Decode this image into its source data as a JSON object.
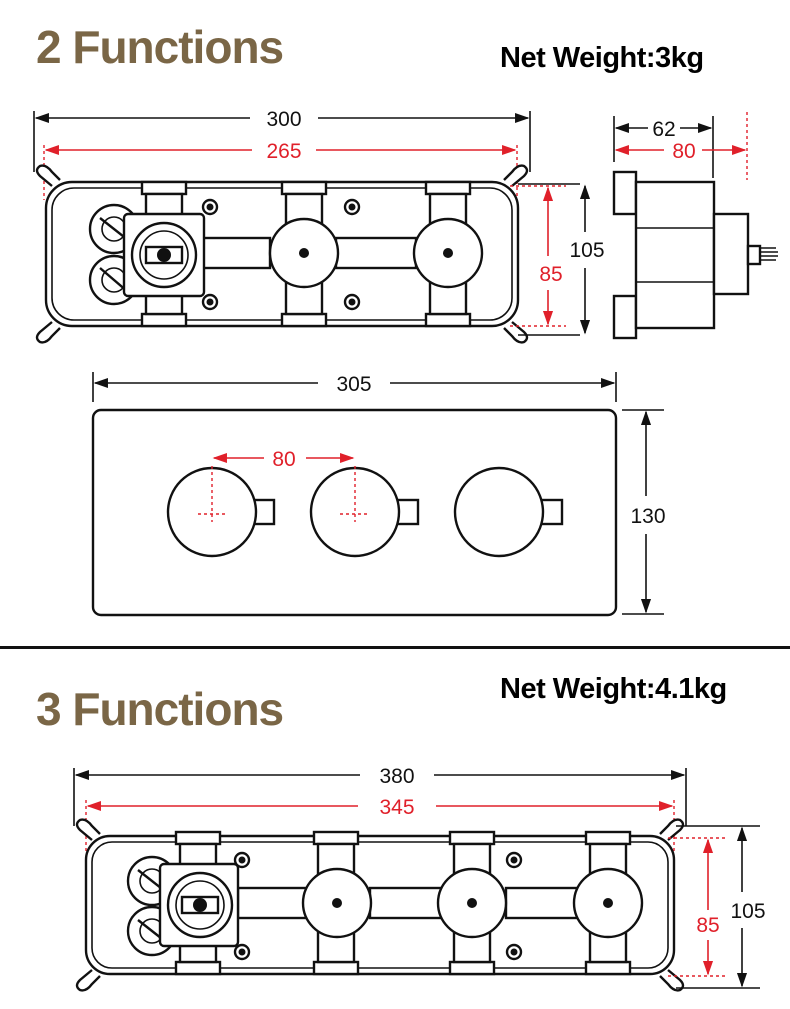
{
  "section1": {
    "title": "2 Functions",
    "weight": "Net Weight:3kg",
    "dims": {
      "overall_width": "300",
      "mount_width": "265",
      "height": "105",
      "mount_height": "85",
      "side_depth": "62",
      "side_depth_mount": "80",
      "plate_width": "305",
      "plate_height": "130",
      "knob_spacing": "80"
    }
  },
  "section2": {
    "title": "3 Functions",
    "weight": "Net Weight:4.1kg",
    "dims": {
      "overall_width": "380",
      "mount_width": "345",
      "height": "105",
      "mount_height": "85"
    }
  },
  "colors": {
    "title": "#7a6646",
    "dimension_red": "#e0202a",
    "line": "#111111"
  }
}
